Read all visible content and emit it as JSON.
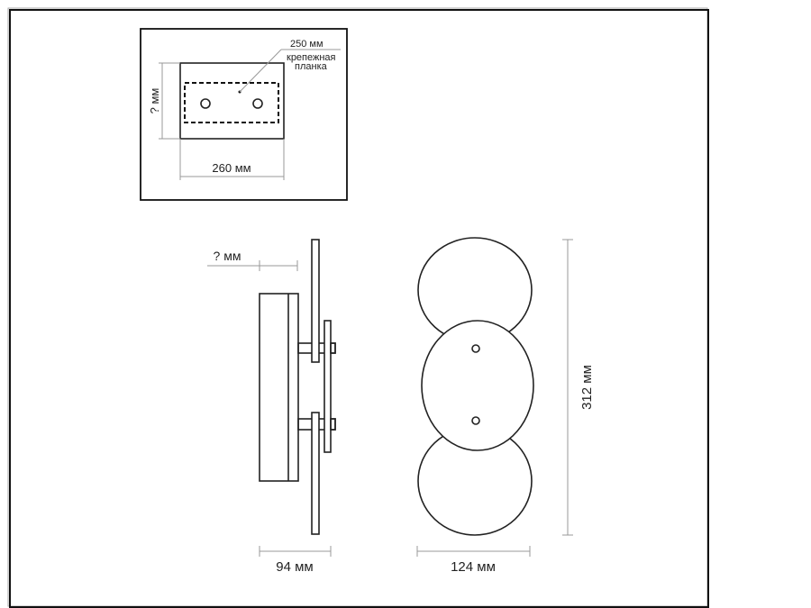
{
  "mount_plan": {
    "bracket_length": "250 мм",
    "bracket_label_line1": "крепежная",
    "bracket_label_line2": "планка",
    "height": "? мм",
    "width": "260 мм"
  },
  "side_view": {
    "offset": "? мм",
    "depth": "94 мм"
  },
  "front_view": {
    "height": "312 мм",
    "width": "124 мм"
  }
}
